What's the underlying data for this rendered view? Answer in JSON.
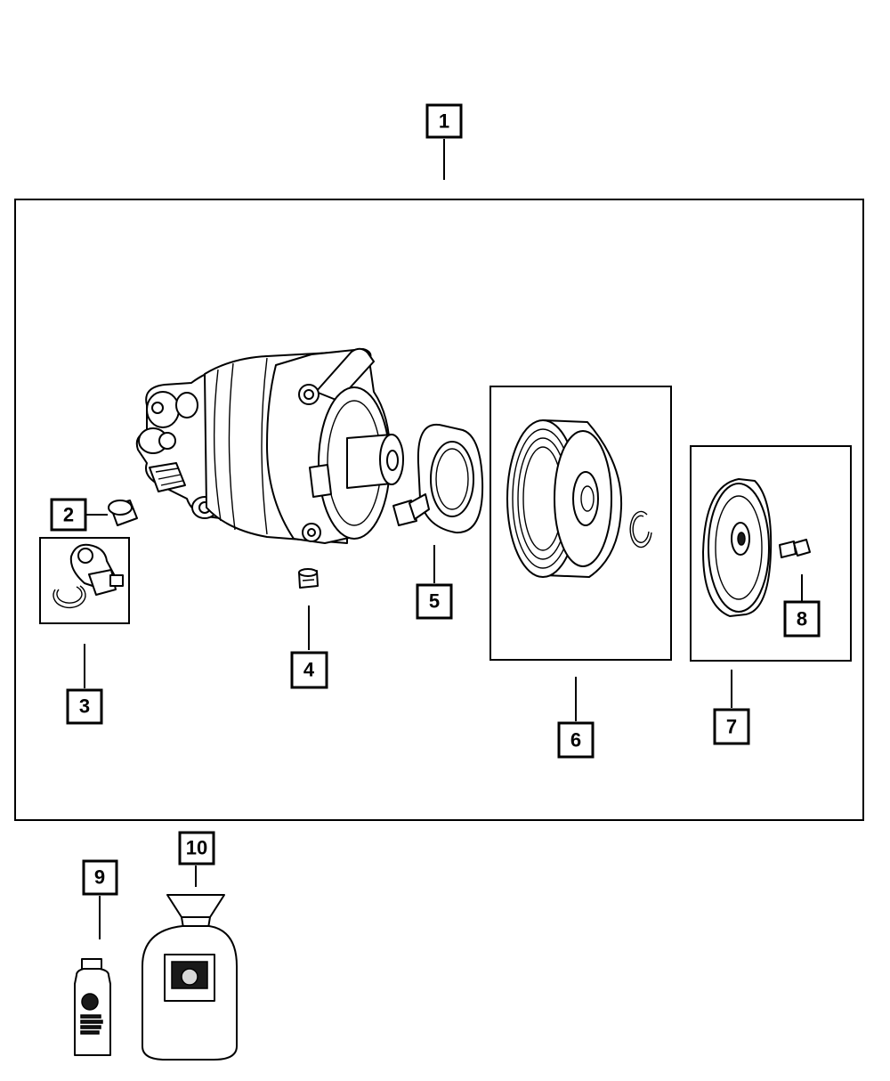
{
  "callouts": {
    "c1": "1",
    "c2": "2",
    "c3": "3",
    "c4": "4",
    "c5": "5",
    "c6": "6",
    "c7": "7",
    "c8": "8",
    "c9": "9",
    "c10": "10"
  },
  "colors": {
    "line": "#000000",
    "background": "#ffffff",
    "label_dark": "#1a1a1a"
  },
  "icons": {
    "compressor": "ac-compressor-icon",
    "pulley": "clutch-pulley-icon",
    "plate": "clutch-plate-icon",
    "bottle": "oil-bottle-icon",
    "canister": "refrigerant-canister-icon"
  }
}
